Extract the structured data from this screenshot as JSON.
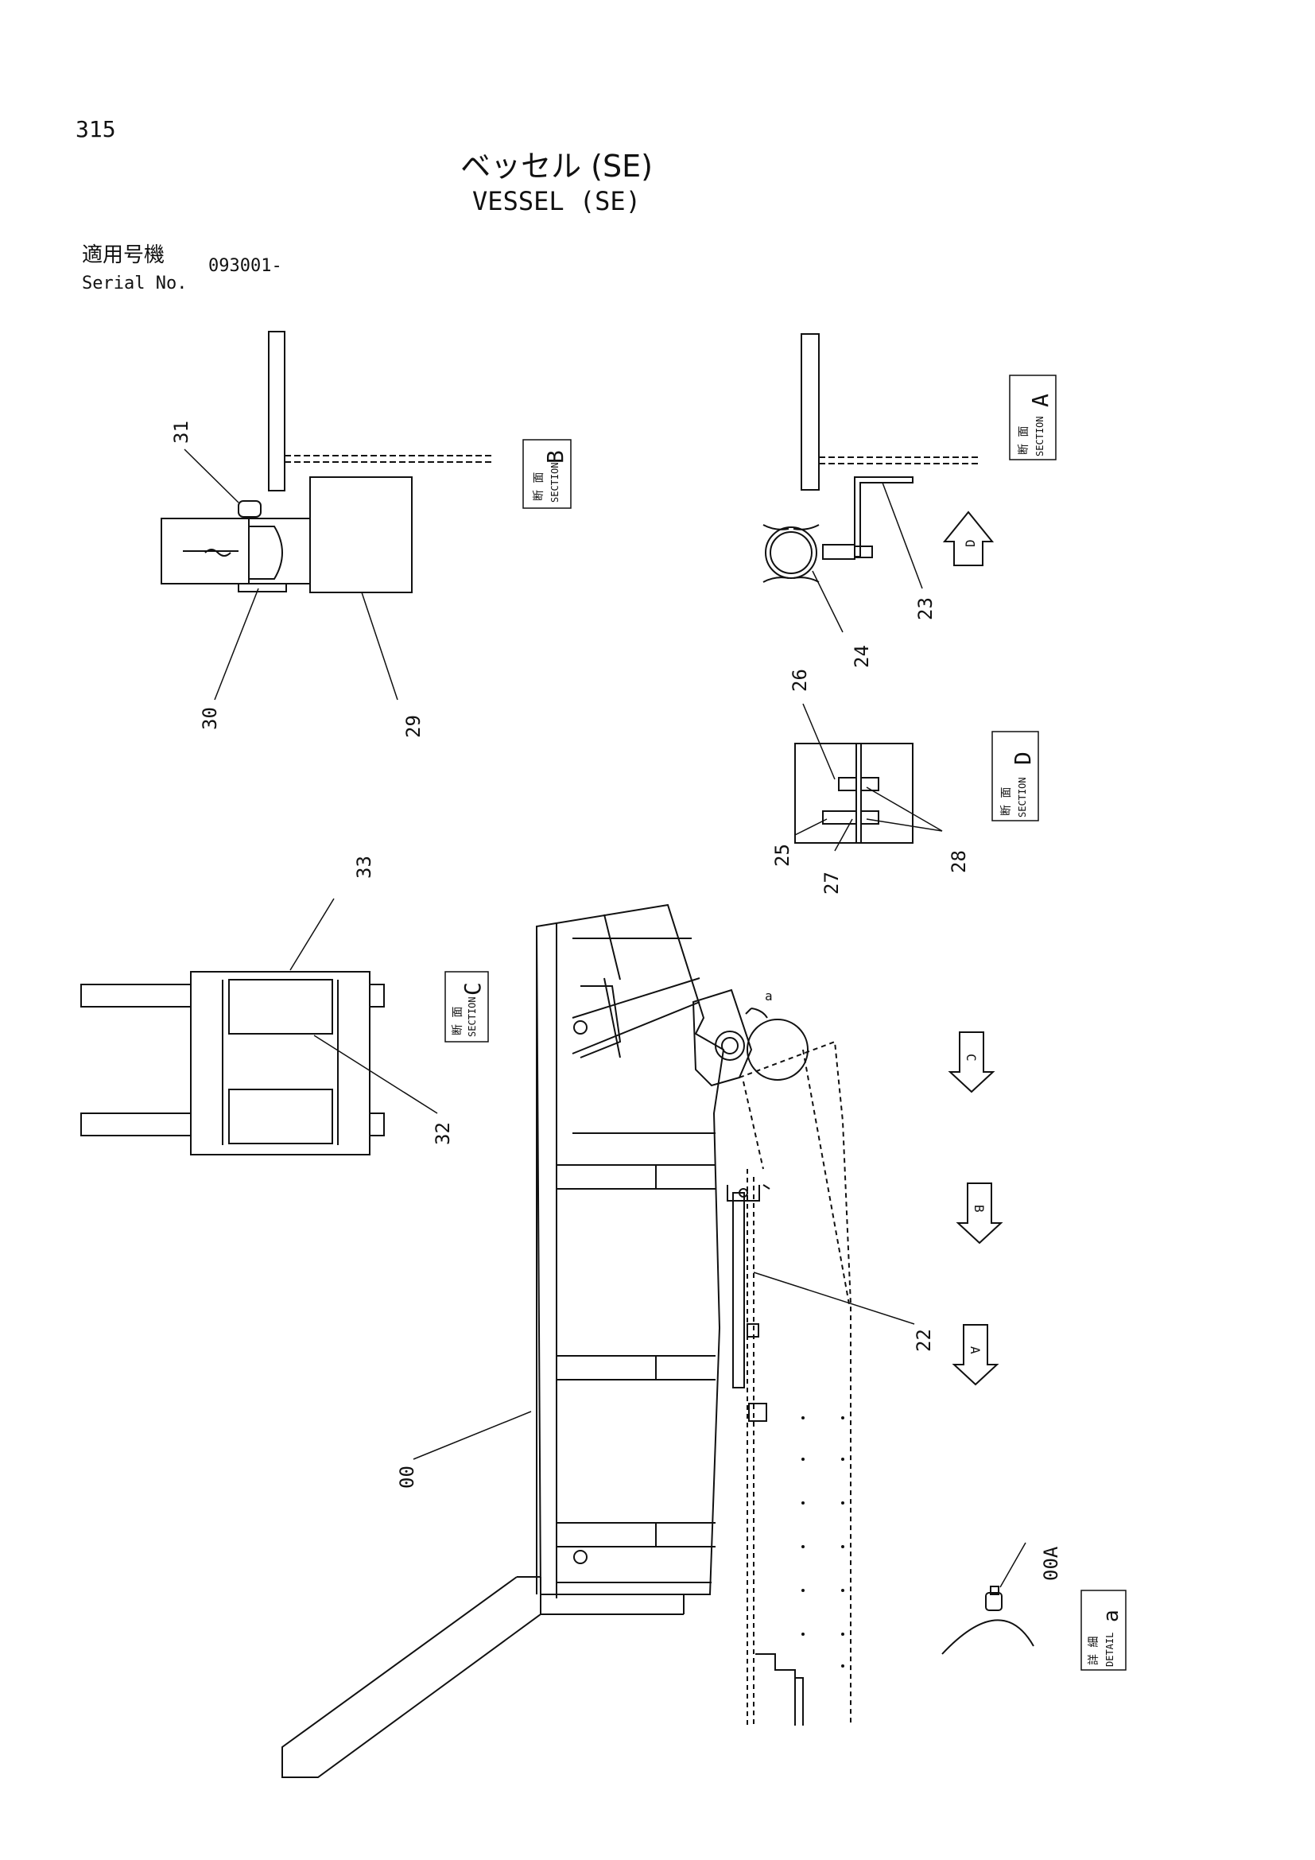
{
  "page_number": "315",
  "title_jp": "ベッセル (SE)",
  "title_en": "VESSEL (SE)",
  "serial": {
    "label_jp": "適用号機",
    "label_en": "Serial No.",
    "value": "093001-"
  },
  "views": {
    "section_b": {
      "label_jp": "断 面",
      "label_en": "SECTION",
      "letter": "B"
    },
    "section_a": {
      "label_jp": "断 面",
      "label_en": "SECTION",
      "letter": "A"
    },
    "section_d": {
      "label_jp": "断 面",
      "label_en": "SECTION",
      "letter": "D"
    },
    "section_c": {
      "label_jp": "断 面",
      "label_en": "SECTION",
      "letter": "C"
    },
    "detail_a": {
      "label_jp": "詳 細",
      "label_en": "DETAIL",
      "letter": "a"
    }
  },
  "arrows": {
    "d": "D",
    "c": "C",
    "b": "B",
    "a": "A",
    "detail": "a"
  },
  "parts": {
    "p00": "00",
    "p00a": "00A",
    "p22": "22",
    "p23": "23",
    "p24": "24",
    "p25": "25",
    "p26": "26",
    "p27": "27",
    "p28": "28",
    "p29": "29",
    "p30": "30",
    "p31": "31",
    "p32": "32",
    "p33": "33"
  }
}
